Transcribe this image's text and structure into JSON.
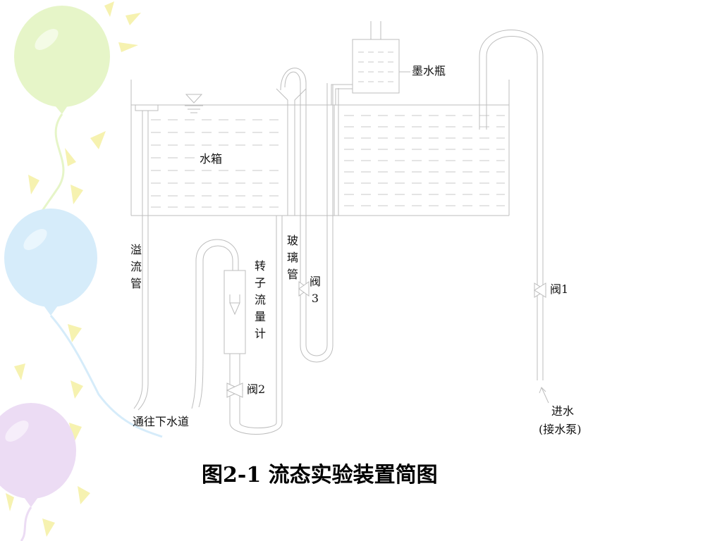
{
  "labels": {
    "ink_bottle": "墨水瓶",
    "water_tank": "水箱",
    "overflow_pipe": [
      "溢",
      "流",
      "管"
    ],
    "glass_tube": [
      "玻",
      "璃",
      "管"
    ],
    "rotameter": [
      "转",
      "子",
      "流",
      "量",
      "计"
    ],
    "valve3": [
      "阀",
      "3"
    ],
    "valve1": "阀1",
    "valve2": "阀2",
    "drain": "通往下水道",
    "inlet_line1": "进水",
    "inlet_line2": "(接水泵)"
  },
  "caption": "图2-1  流态实验装置简图",
  "colors": {
    "line": "#bdbdbd",
    "text": "#111111",
    "balloon_green": "#e6f5c8",
    "balloon_blue": "#d6ecfa",
    "balloon_purple": "#ecdcf4",
    "ray_yellow": "#f6f2b0"
  }
}
